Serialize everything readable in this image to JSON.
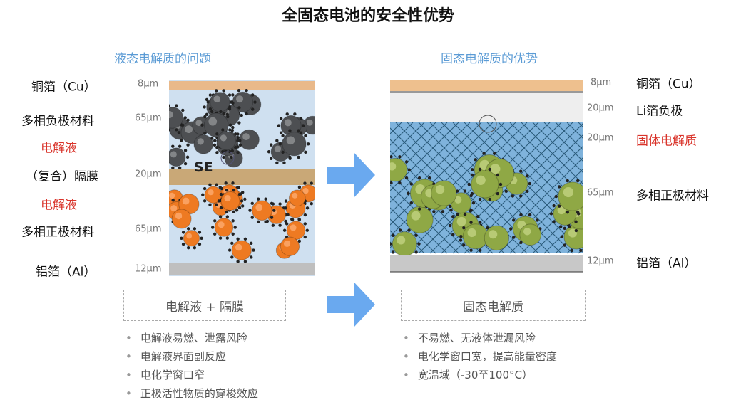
{
  "title": "全固态电池的安全性优势",
  "left": {
    "heading": "液态电解质的问题",
    "labels": [
      "铜箔（Cu）",
      "多相负极材料",
      "电解液",
      "（复合）隔膜",
      "电解液",
      "多相正极材料",
      "铝箔（Al）"
    ],
    "thickness": [
      "8µm",
      "65µm",
      "20µm",
      "65µm",
      "12µm"
    ],
    "diagram_tag": "SE",
    "box": "电解液 + 隔膜",
    "bullets": [
      "电解液易燃、泄露风险",
      "电解液界面副反应",
      "电化学窗口窄",
      "正极活性物质的穿梭效应"
    ]
  },
  "right": {
    "heading": "固态电解质的优势",
    "labels": [
      "铜箔（Cu）",
      "Li箔负极",
      "固体电解质",
      "多相正极材料",
      "铝箔（Al）"
    ],
    "thickness": [
      "8µm",
      "20µm",
      "20µm",
      "65µm",
      "12µm"
    ],
    "box": "固态电解质",
    "bullets": [
      "不易燃、无液体泄漏风险",
      "电化学窗口宽，提高能量密度",
      "宽温域（-30至100°C）"
    ]
  },
  "colors": {
    "accent": "#5b9bd5",
    "red": "#d9342b",
    "arrow": "#6aa9ef"
  }
}
